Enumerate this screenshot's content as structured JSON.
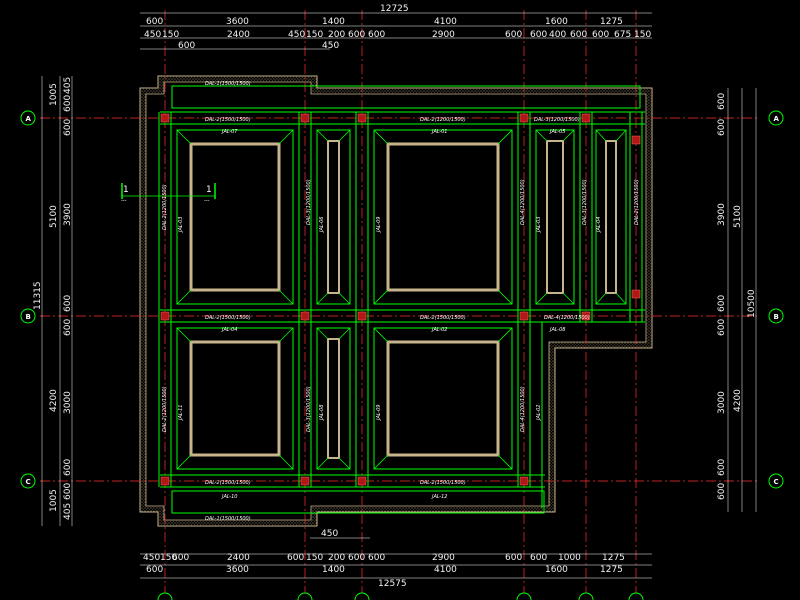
{
  "colors": {
    "background": "#000000",
    "slab_hatch": "#c8b48a",
    "beam_green": "#00ff00",
    "grid_red": "#ff3030",
    "dimension": "#ffffff",
    "column": "#b01818"
  },
  "top_dims": {
    "total": "12725",
    "axis": [
      "600",
      "3600",
      "1400",
      "4100",
      "1600",
      "1275"
    ],
    "detail": [
      "450",
      "150",
      "2400",
      "450",
      "150",
      "200",
      "600",
      "600",
      "2900",
      "600",
      "600",
      "400",
      "600",
      "600",
      "675",
      "150"
    ],
    "small": [
      "600",
      "450"
    ]
  },
  "bottom_dims": {
    "total": "12575",
    "axis": [
      "600",
      "3600",
      "1400",
      "4100",
      "1600",
      "1275"
    ],
    "detail": [
      "450",
      "150",
      "600",
      "2400",
      "600",
      "150",
      "200",
      "600",
      "600",
      "2900",
      "600",
      "600",
      "1000",
      "1275"
    ],
    "small": [
      "450"
    ]
  },
  "left_dims": {
    "total": "11315",
    "axis": [
      "1005",
      "5100",
      "4200",
      "1005"
    ],
    "detail": [
      "405",
      "600",
      "600",
      "3900",
      "600",
      "600",
      "3000",
      "600",
      "600",
      "405"
    ]
  },
  "right_dims": {
    "total": "10500",
    "axis": [
      "5100",
      "4200"
    ],
    "detail": [
      "600",
      "600",
      "3900",
      "600",
      "600",
      "3000",
      "600",
      "600"
    ]
  },
  "axes": {
    "left": [
      "A",
      "B",
      "C"
    ],
    "right": [
      "A",
      "B",
      "C"
    ]
  },
  "section_mark": {
    "left": "1",
    "right": "1",
    "sub": "---"
  },
  "labels": {
    "beam_edge": "DAL-1(1500/1500)",
    "beam_mid": "DAL-2(1500/1500)",
    "beam_a": "DAL-2(1200/1500)",
    "beam_b": "DAL-3(1200/1500)",
    "beam_c": "DAL-4(1200/1500)",
    "slab_01": "JAL-01",
    "slab_02": "JAL-02",
    "slab_03": "JAL-03",
    "slab_04": "JAL-04",
    "slab_05": "JAL-05",
    "slab_06": "JAL-06",
    "slab_07": "JAL-07",
    "slab_08": "JAL-08",
    "slab_09": "JAL-09",
    "slab_10": "JAL-10",
    "slab_11": "JAL-11",
    "slab_12": "JAL-12"
  }
}
